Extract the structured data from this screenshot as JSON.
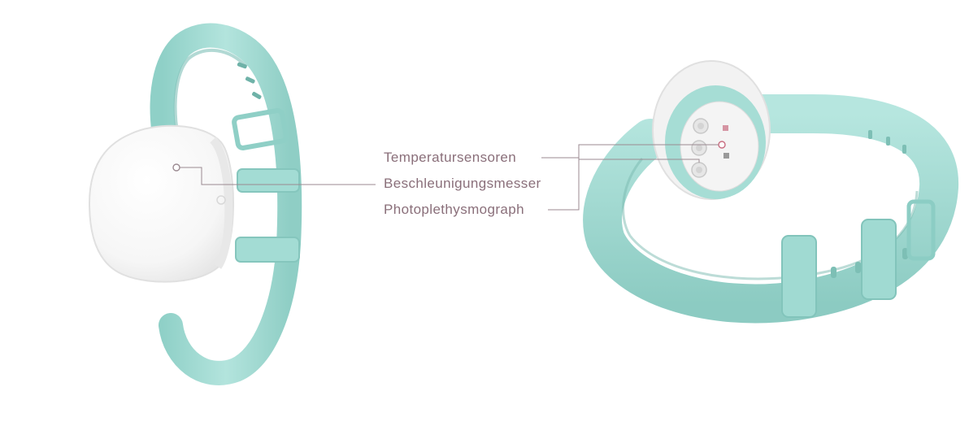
{
  "labels": {
    "temperature": "Temperatursensoren",
    "accelerometer": "Beschleunigungsmesser",
    "photoplethysmograph": "Photoplethysmograph"
  },
  "colors": {
    "strap": "#a9dfd8",
    "strap_shade": "#86c9c0",
    "strap_dark": "#6fb5ab",
    "pod": "#f7f7f7",
    "pod_edge": "#e2e2e2",
    "label_text": "#8a6f7a",
    "leader_line": "#9b8a91",
    "sensor_accent": "#c86c80"
  },
  "icons": {
    "left_device": "bracelet-front-view",
    "right_device": "bracelet-back-view"
  }
}
